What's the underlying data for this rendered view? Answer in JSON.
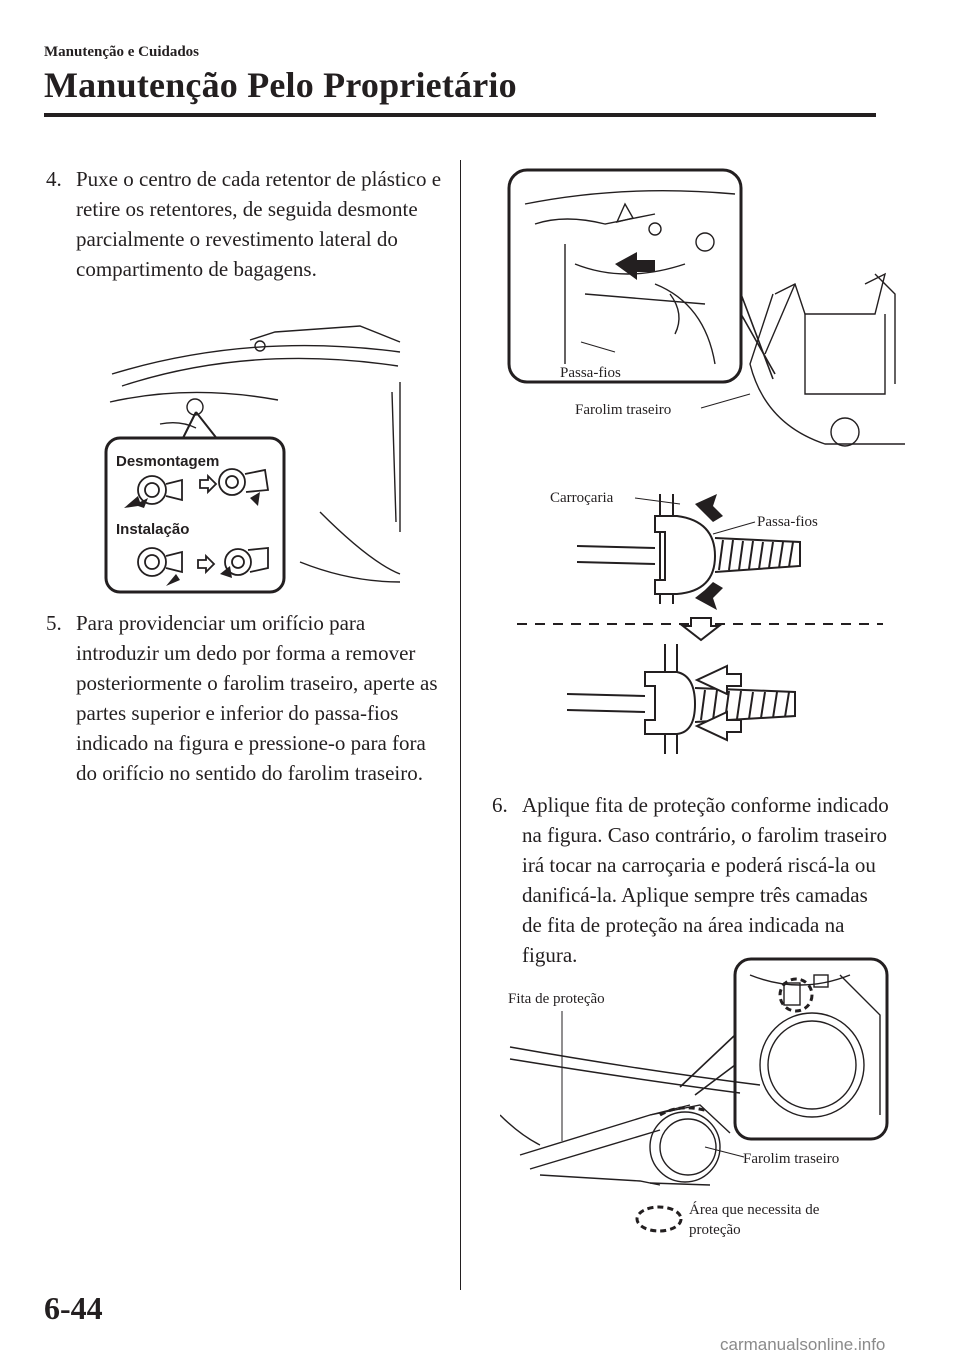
{
  "header": {
    "section": "Manutenção e Cuidados",
    "title": "Manutenção Pelo Proprietário"
  },
  "steps": [
    {
      "number": "4.",
      "text": "Puxe o centro de cada retentor de plástico e retire os retentores, de seguida desmonte parcialmente o revestimento lateral do compartimento de bagagens."
    },
    {
      "number": "5.",
      "text": "Para providenciar um orifício para introduzir um dedo por forma a remover posteriormente o farolim traseiro, aperte as partes superior e inferior do passa-fios indicado na figura e pressione-o para fora do orifício no sentido do farolim traseiro."
    },
    {
      "number": "6.",
      "text": "Aplique fita de proteção conforme indicado na figura. Caso contrário, o farolim traseiro irá tocar na carroçaria e poderá riscá-la ou danificá-la. Aplique sempre três camadas de fita de proteção na área indicada na figura."
    }
  ],
  "figures": {
    "retainer": {
      "removal": "Desmontagem",
      "installation": "Instalação"
    },
    "grommet_location": {
      "grommet": "Passa-fios",
      "rear_light": "Farolim traseiro"
    },
    "grommet_detail": {
      "body": "Carroçaria",
      "grommet": "Passa-fios"
    },
    "tape": {
      "tape": "Fita de proteção",
      "rear_light": "Farolim traseiro",
      "area_line1": "Área que necessita de",
      "area_line2": "proteção"
    }
  },
  "footer": {
    "page_number": "6-44",
    "watermark": "carmanualsonline.info"
  }
}
